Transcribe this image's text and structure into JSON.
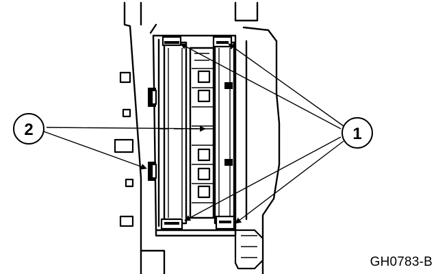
{
  "diagram": {
    "callouts": [
      {
        "id": "callout-1",
        "label": "1"
      },
      {
        "id": "callout-2",
        "label": "2"
      }
    ],
    "figure_id": "GH0783-B"
  },
  "colors": {
    "ink": "#000000",
    "paper": "#ffffff"
  }
}
